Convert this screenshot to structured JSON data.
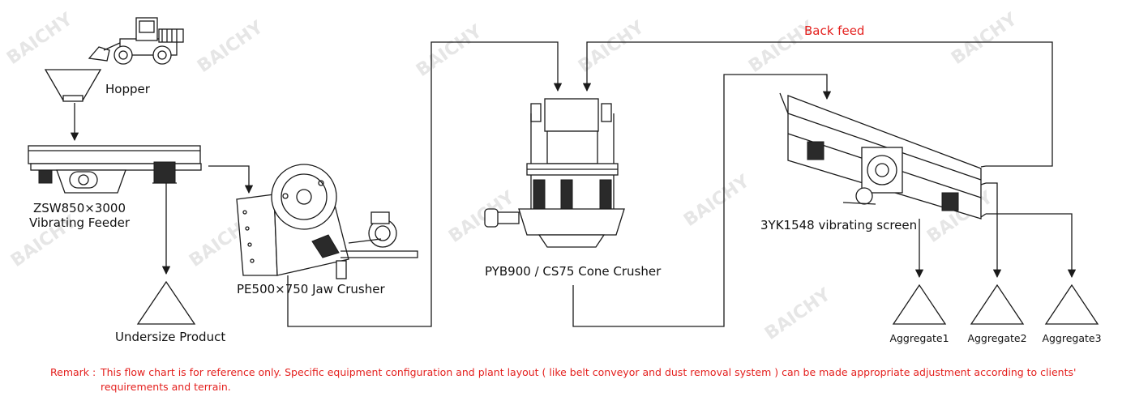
{
  "back_feed": "Back feed",
  "equipment": {
    "hopper": "Hopper",
    "feeder_model": "ZSW850×3000",
    "feeder_name": "Vibrating Feeder",
    "jaw_crusher": "PE500×750 Jaw Crusher",
    "cone_crusher": "PYB900 / CS75 Cone Crusher",
    "screen": "3YK1548 vibrating screen"
  },
  "products": {
    "undersize": "Undersize Product",
    "aggregate1": "Aggregate1",
    "aggregate2": "Aggregate2",
    "aggregate3": "Aggregate3"
  },
  "remark": {
    "label": "Remark :",
    "text": "This flow chart is for reference only. Specific equipment configuration and plant layout ( like belt conveyor and dust removal system ) can be made appropriate adjustment according to clients' requirements and terrain."
  },
  "watermark": "BAICHY",
  "colors": {
    "line": "#1a1a1a",
    "remark": "#e4201e",
    "watermark": "#e6e6e6"
  }
}
